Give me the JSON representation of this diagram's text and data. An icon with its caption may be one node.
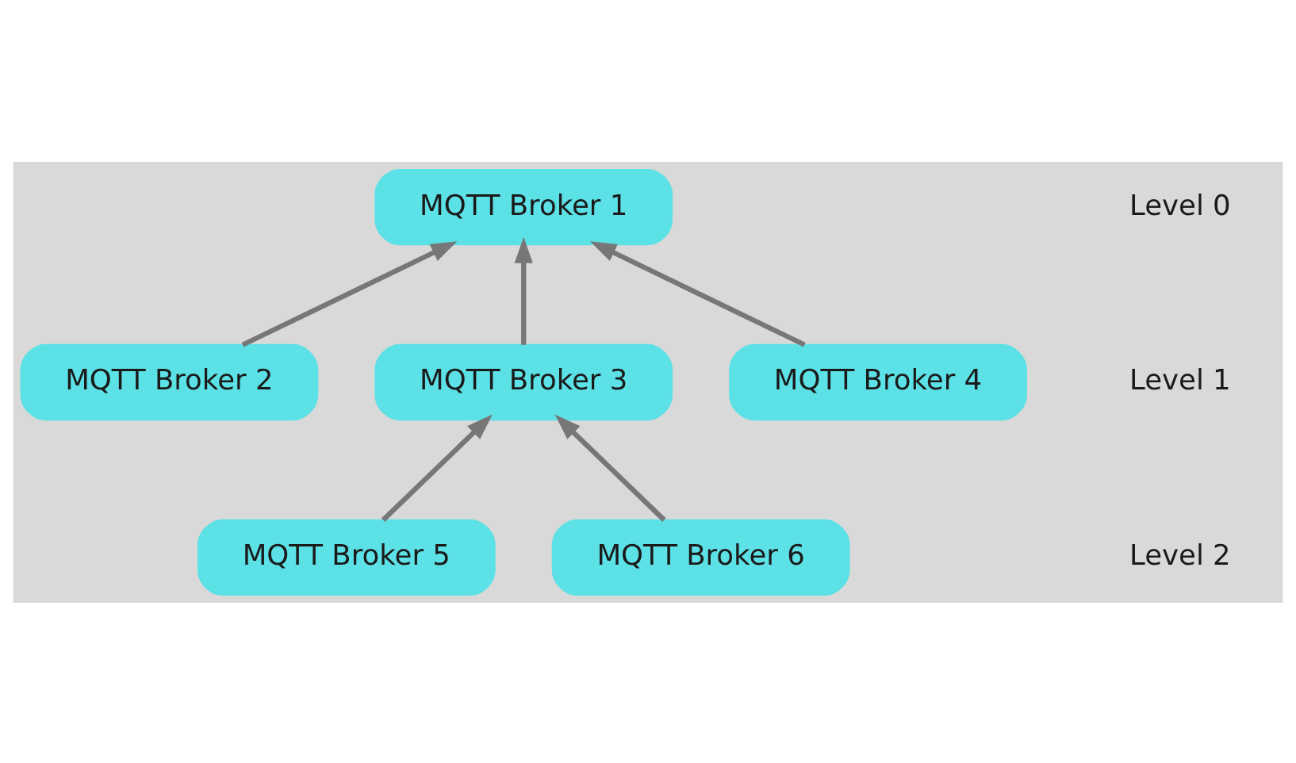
{
  "diagram": {
    "nodes": [
      {
        "text": [
          "MQTT Broker 1"
        ]
      },
      {
        "text": [
          "MQTT Broker 2"
        ]
      },
      {
        "text": [
          "MQTT Broker 3"
        ]
      },
      {
        "text": [
          "MQTT Broker 4"
        ]
      },
      {
        "text": [
          "MQTT Broker 5"
        ]
      },
      {
        "text": [
          "MQTT Broker 6"
        ]
      }
    ],
    "edges": [
      {
        "from": 1,
        "to": 0,
        "arrow": "to"
      },
      {
        "from": 2,
        "to": 0,
        "arrow": "to"
      },
      {
        "from": 3,
        "to": 0,
        "arrow": "to"
      },
      {
        "from": 4,
        "to": 2,
        "arrow": "to"
      },
      {
        "from": 5,
        "to": 2,
        "arrow": "to"
      }
    ],
    "labels": [
      "Level 0",
      "Level 1",
      "Level 2"
    ]
  }
}
